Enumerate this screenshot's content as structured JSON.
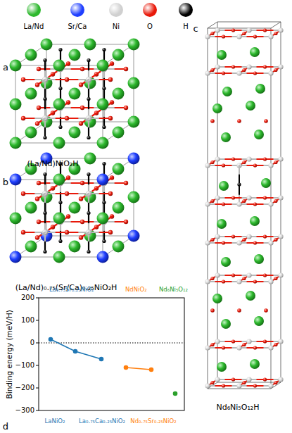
{
  "diagram": {
    "labels": [
      "a",
      "(La/Nd)NiO₂H",
      "b",
      "(La/Nd)₀.₇₅(Sr/Ca)₀.₂₅NiO₂H",
      "c",
      "Nd₆Ni₅O₁₂H",
      "La₀.₇₅Sr₀.₂₅NiO₂",
      "NdNiO₂",
      "Nd₆Ni₅O₁₂",
      "200",
      "100",
      "0",
      "−100",
      "−200",
      "−300",
      "Binding energy (meV/H)",
      "LaNiO₂",
      "La₀.₇₅Ca₀.₂₅NiO₂",
      "Nd₀.₇₅Sr₀.₂₅NiO₂",
      "d"
    ],
    "legend": [
      {
        "text": "La/Nd",
        "color": "#2db82d"
      },
      {
        "text": "Sr/Ca",
        "color": "#1f3fff"
      },
      {
        "text": "Ni",
        "color": "#d0d0d0"
      },
      {
        "text": "O",
        "color": "#e8190a"
      },
      {
        "text": "H",
        "color": "#000000"
      }
    ]
  }
}
